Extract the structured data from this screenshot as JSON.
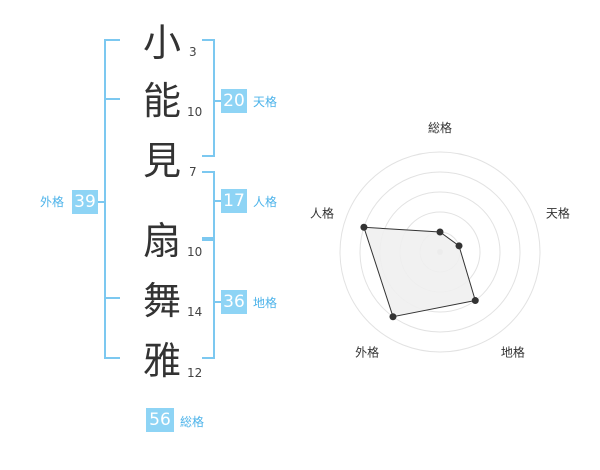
{
  "name": {
    "chars": [
      {
        "char": "小",
        "strokes": "3"
      },
      {
        "char": "能",
        "strokes": "10"
      },
      {
        "char": "見",
        "strokes": "7"
      },
      {
        "char": "扇",
        "strokes": "10"
      },
      {
        "char": "舞",
        "strokes": "14"
      },
      {
        "char": "雅",
        "strokes": "12"
      }
    ]
  },
  "fortunes": {
    "tenkaku": {
      "value": "20",
      "label": "天格"
    },
    "jinkaku": {
      "value": "17",
      "label": "人格"
    },
    "chikaku": {
      "value": "36",
      "label": "地格"
    },
    "gaikaku": {
      "value": "39",
      "label": "外格"
    },
    "soukaku": {
      "value": "56",
      "label": "総格"
    }
  },
  "chart_data": {
    "type": "radar",
    "axes": [
      "総格",
      "天格",
      "地格",
      "外格",
      "人格"
    ],
    "values": [
      1,
      1,
      3,
      4,
      4
    ],
    "range": [
      0,
      5
    ],
    "rings": 5,
    "title": "",
    "fill_color": "#f0f0f0",
    "line_color": "#333333"
  },
  "colors": {
    "bracket": "#7cc8f0",
    "badge": "#8ed4f5",
    "badge_label": "#4cb3ea",
    "kanji": "#333333"
  }
}
